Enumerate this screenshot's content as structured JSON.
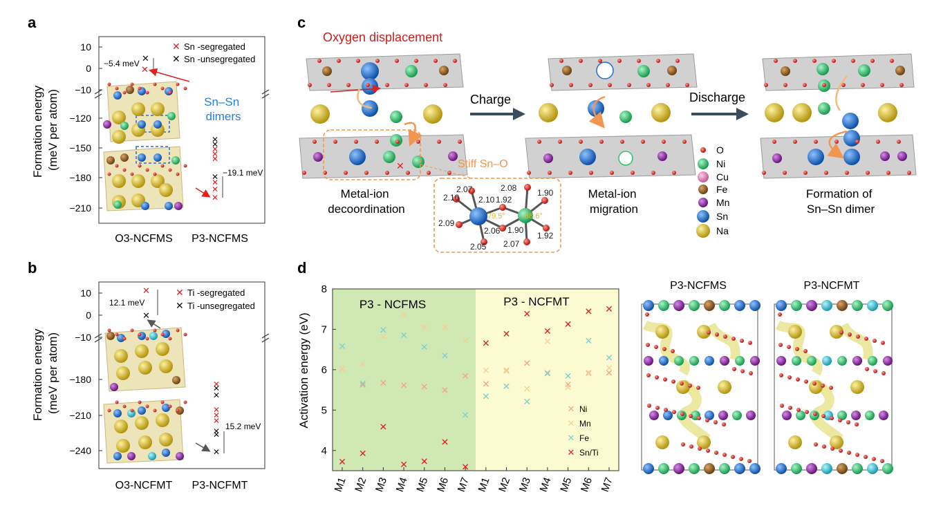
{
  "panels": {
    "a": {
      "letter": "a",
      "legend": [
        "Sn -segregated",
        "Sn -unsegregated"
      ],
      "ylabel": [
        "Formation energy",
        "(meV per atom)"
      ],
      "yticks": [
        "10",
        "0",
        "−10",
        "−120",
        "−150",
        "−180",
        "−210"
      ],
      "annot_top": "−5.4 meV",
      "annot_bottom": "−19.1 meV",
      "dimer_label": [
        "Sn–Sn",
        "dimers"
      ],
      "xlabels": [
        "O3-NCFMS",
        "P3-NCFMS"
      ]
    },
    "b": {
      "letter": "b",
      "legend": [
        "Ti -segregated",
        "Ti -unsegregated"
      ],
      "ylabel": [
        "Formation energy",
        "(meV per atom)"
      ],
      "yticks": [
        "10",
        "0",
        "−10",
        "−180",
        "−210",
        "−240"
      ],
      "annot_top": "12.1 meV",
      "annot_bottom": "15.2 meV",
      "xlabels": [
        "O3-NCFMT",
        "P3-NCFMT"
      ]
    },
    "c": {
      "letter": "c",
      "oxygen_displacement": "Oxygen displacement",
      "charge": "Charge",
      "discharge": "Discharge",
      "stiff": "Stiff Sn–O",
      "captions": [
        [
          "Metal-ion",
          "decoordination"
        ],
        [
          "Metal-ion",
          "migration"
        ],
        [
          "Formation of",
          "Sn–Sn dimer"
        ]
      ],
      "bonds": [
        "2.07",
        "2.10",
        "2.10",
        "1.92",
        "2.08",
        "1.90",
        "2.09",
        "2.06",
        "1.90",
        "2.05",
        "2.07",
        "1.92"
      ],
      "angles": [
        "79.5°",
        "88.6°"
      ],
      "legend": [
        "O",
        "Ni",
        "Cu",
        "Fe",
        "Mn",
        "Sn",
        "Na"
      ]
    },
    "d": {
      "letter": "d",
      "region_labels": [
        "P3 - NCFMS",
        "P3 - NCFMT"
      ],
      "structure_titles": [
        "P3-NCFMS",
        "P3-NCFMT"
      ]
    }
  },
  "colors": {
    "O": "#d42020",
    "Ni": "#2ec46a",
    "Cu": "#e27fb8",
    "Fe": "#8c5a1e",
    "Mn": "#8e24aa",
    "Sn": "#1f6fd1",
    "Na": "#d8b923",
    "Ti": "#26c6da",
    "seg": "#e02020",
    "unseg": "#111111",
    "green_bg": "#cfe8b4",
    "yellow_bg": "#fbfad0"
  },
  "chart_data": {
    "type": "scatter",
    "title": "",
    "xlabel": "",
    "ylabel": "Activation energy (eV)",
    "ylim": [
      3.5,
      8.0
    ],
    "yticks": [
      4,
      5,
      6,
      7,
      8
    ],
    "categories": [
      "M1",
      "M2",
      "M3",
      "M4",
      "M5",
      "M6",
      "M7",
      "M1",
      "M2",
      "M3",
      "M4",
      "M5",
      "M6",
      "M7"
    ],
    "legend_position": "bottom-right",
    "series": [
      {
        "name": "Ni",
        "color": "#f0a58c",
        "values": [
          6.02,
          5.62,
          5.67,
          5.61,
          5.58,
          5.49,
          5.84,
          5.65,
          5.98,
          6.16,
          5.92,
          5.63,
          5.92,
          5.92
        ]
      },
      {
        "name": "Mn",
        "color": "#f6cf96",
        "values": [
          6.02,
          6.14,
          6.82,
          7.37,
          7.05,
          7.05,
          6.72,
          5.98,
          5.96,
          5.53,
          6.7,
          5.56,
          5.9,
          6.04
        ]
      },
      {
        "name": "Fe",
        "color": "#7fcfd2",
        "values": [
          6.58,
          5.66,
          6.98,
          6.85,
          6.56,
          6.35,
          4.88,
          5.34,
          5.59,
          5.21,
          5.9,
          5.84,
          6.72,
          6.3
        ]
      },
      {
        "name": "Sn/Ti",
        "color": "#e02020",
        "values": [
          3.72,
          3.93,
          4.59,
          3.65,
          3.73,
          4.21,
          3.59,
          6.66,
          6.89,
          7.38,
          6.96,
          7.13,
          7.44,
          7.5
        ]
      }
    ]
  }
}
